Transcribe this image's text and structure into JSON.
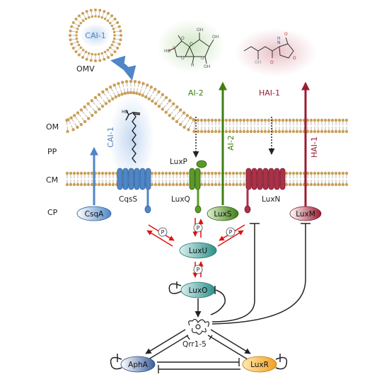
{
  "compartments": {
    "om": "OM",
    "pp": "PP",
    "cm": "CM",
    "cp": "CP"
  },
  "vesicle": {
    "cargo": "CAI-1",
    "label": "OMV"
  },
  "signals": {
    "cai1_vertical": "CAI-1",
    "ai2_top": "AI-2",
    "ai2_vertical": "AI-2",
    "hai1_top": "HAI-1",
    "hai1_vertical": "HAI-1"
  },
  "proteins": {
    "csqa": "CsqA",
    "csqs": "CqsS",
    "luxp": "LuxP",
    "luxq": "LuxQ",
    "luxs": "LuxS",
    "luxn": "LuxN",
    "luxm": "LuxM",
    "luxu": "LuxU",
    "luxo": "LuxO",
    "qrr": "Qrr1-5",
    "apha": "AphA",
    "luxr": "LuxR"
  },
  "phospho": "P",
  "colors": {
    "cai1": "#4f86c6",
    "ai2": "#3f7d14",
    "hai1": "#9b1b30",
    "red": "#e01010",
    "teal": "#2f8f8a",
    "membrane": "#c8a05a",
    "aphA": "#3b5f9e",
    "luxR": "#f0a020"
  },
  "molecule_atoms": {
    "ai2": [
      "HO",
      "B",
      "O",
      "O",
      "O",
      "O",
      "OH",
      "OH",
      "H",
      "OH"
    ],
    "hai1": [
      "OH",
      "O",
      "N",
      "H",
      "O",
      "O"
    ]
  }
}
